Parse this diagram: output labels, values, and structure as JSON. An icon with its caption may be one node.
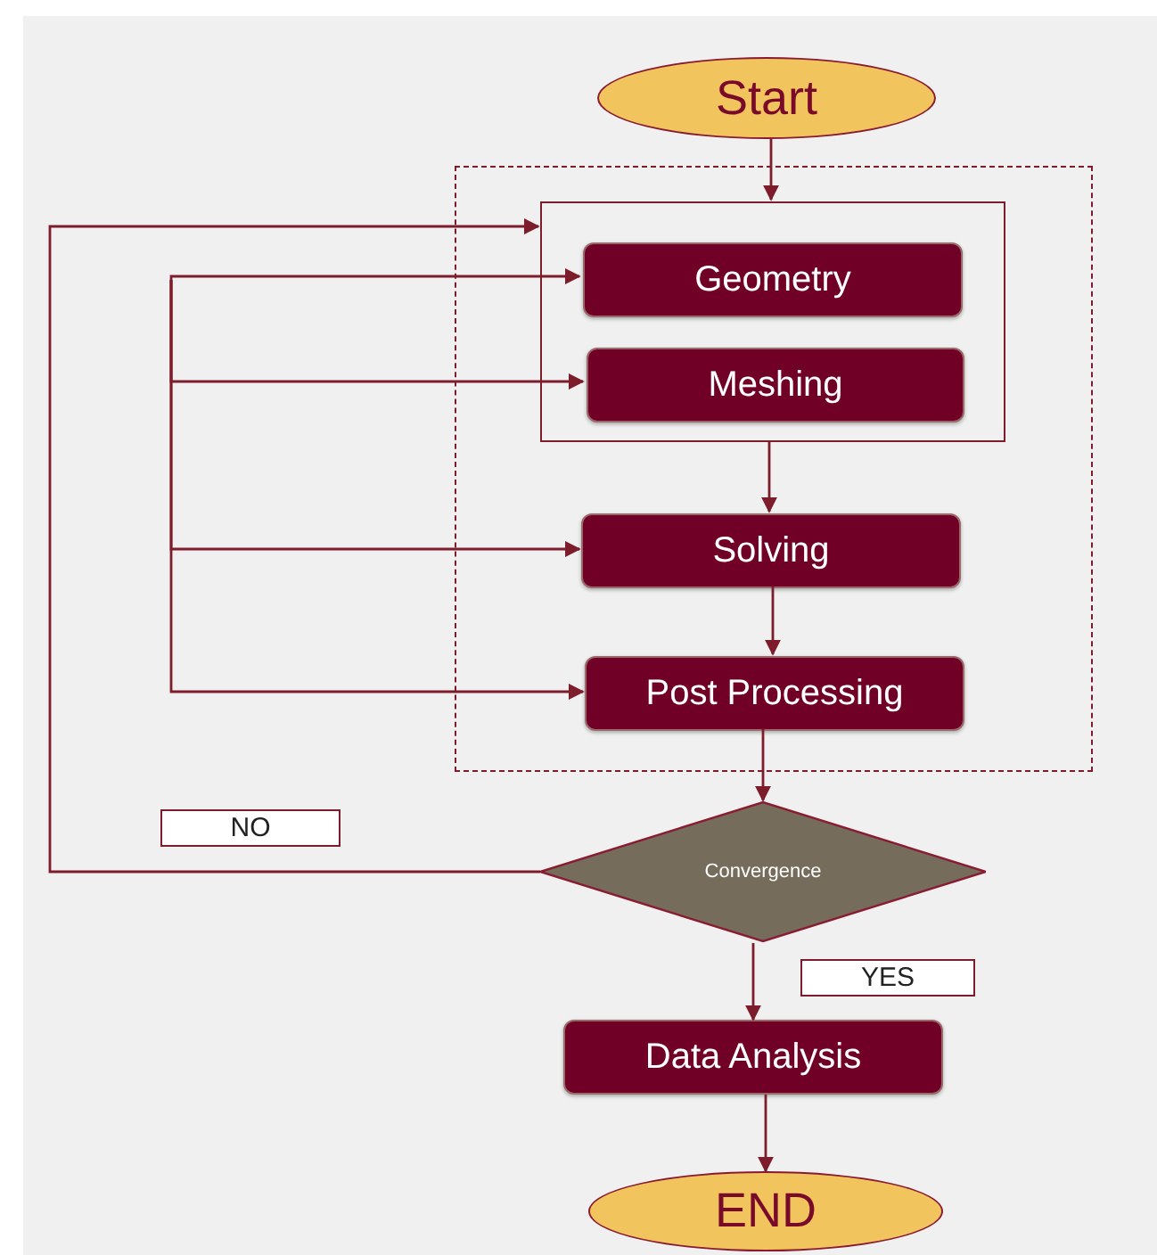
{
  "diagram": {
    "nodes": [
      {
        "text": [
          "Start"
        ]
      },
      {
        "text": [],
        "shape": "box"
      },
      {
        "text": [],
        "shape": "box",
        "in": 1
      },
      {
        "text": [
          "Geometry"
        ],
        "in": 2
      },
      {
        "text": [
          "Meshing"
        ],
        "in": 2
      },
      {
        "text": [
          "Solving"
        ],
        "in": 1
      },
      {
        "text": [
          "Post Processing"
        ],
        "in": 1
      },
      {
        "text": [
          "Convergence"
        ]
      },
      {
        "text": [
          "Data Analysis"
        ]
      },
      {
        "text": [
          "END"
        ]
      }
    ],
    "edges": [
      {
        "from": 0,
        "to": 2,
        "arrow": "to"
      },
      {
        "from": 2,
        "to": 5,
        "arrow": "to"
      },
      {
        "from": 5,
        "to": 6,
        "arrow": "to"
      },
      {
        "from": 6,
        "to": 7,
        "arrow": "to"
      },
      {
        "from": 7,
        "to": 2,
        "arrow": "to",
        "label": "NO"
      },
      {
        "from": 7,
        "to": 8,
        "arrow": "to",
        "label": "YES"
      },
      {
        "from": 8,
        "to": 9,
        "arrow": "to"
      },
      {
        "from": null,
        "to": 3,
        "arrow": "to"
      },
      {
        "from": null,
        "to": 4,
        "arrow": "to"
      },
      {
        "from": null,
        "to": 5,
        "arrow": "to"
      },
      {
        "from": null,
        "to": 6,
        "arrow": "to"
      }
    ]
  }
}
